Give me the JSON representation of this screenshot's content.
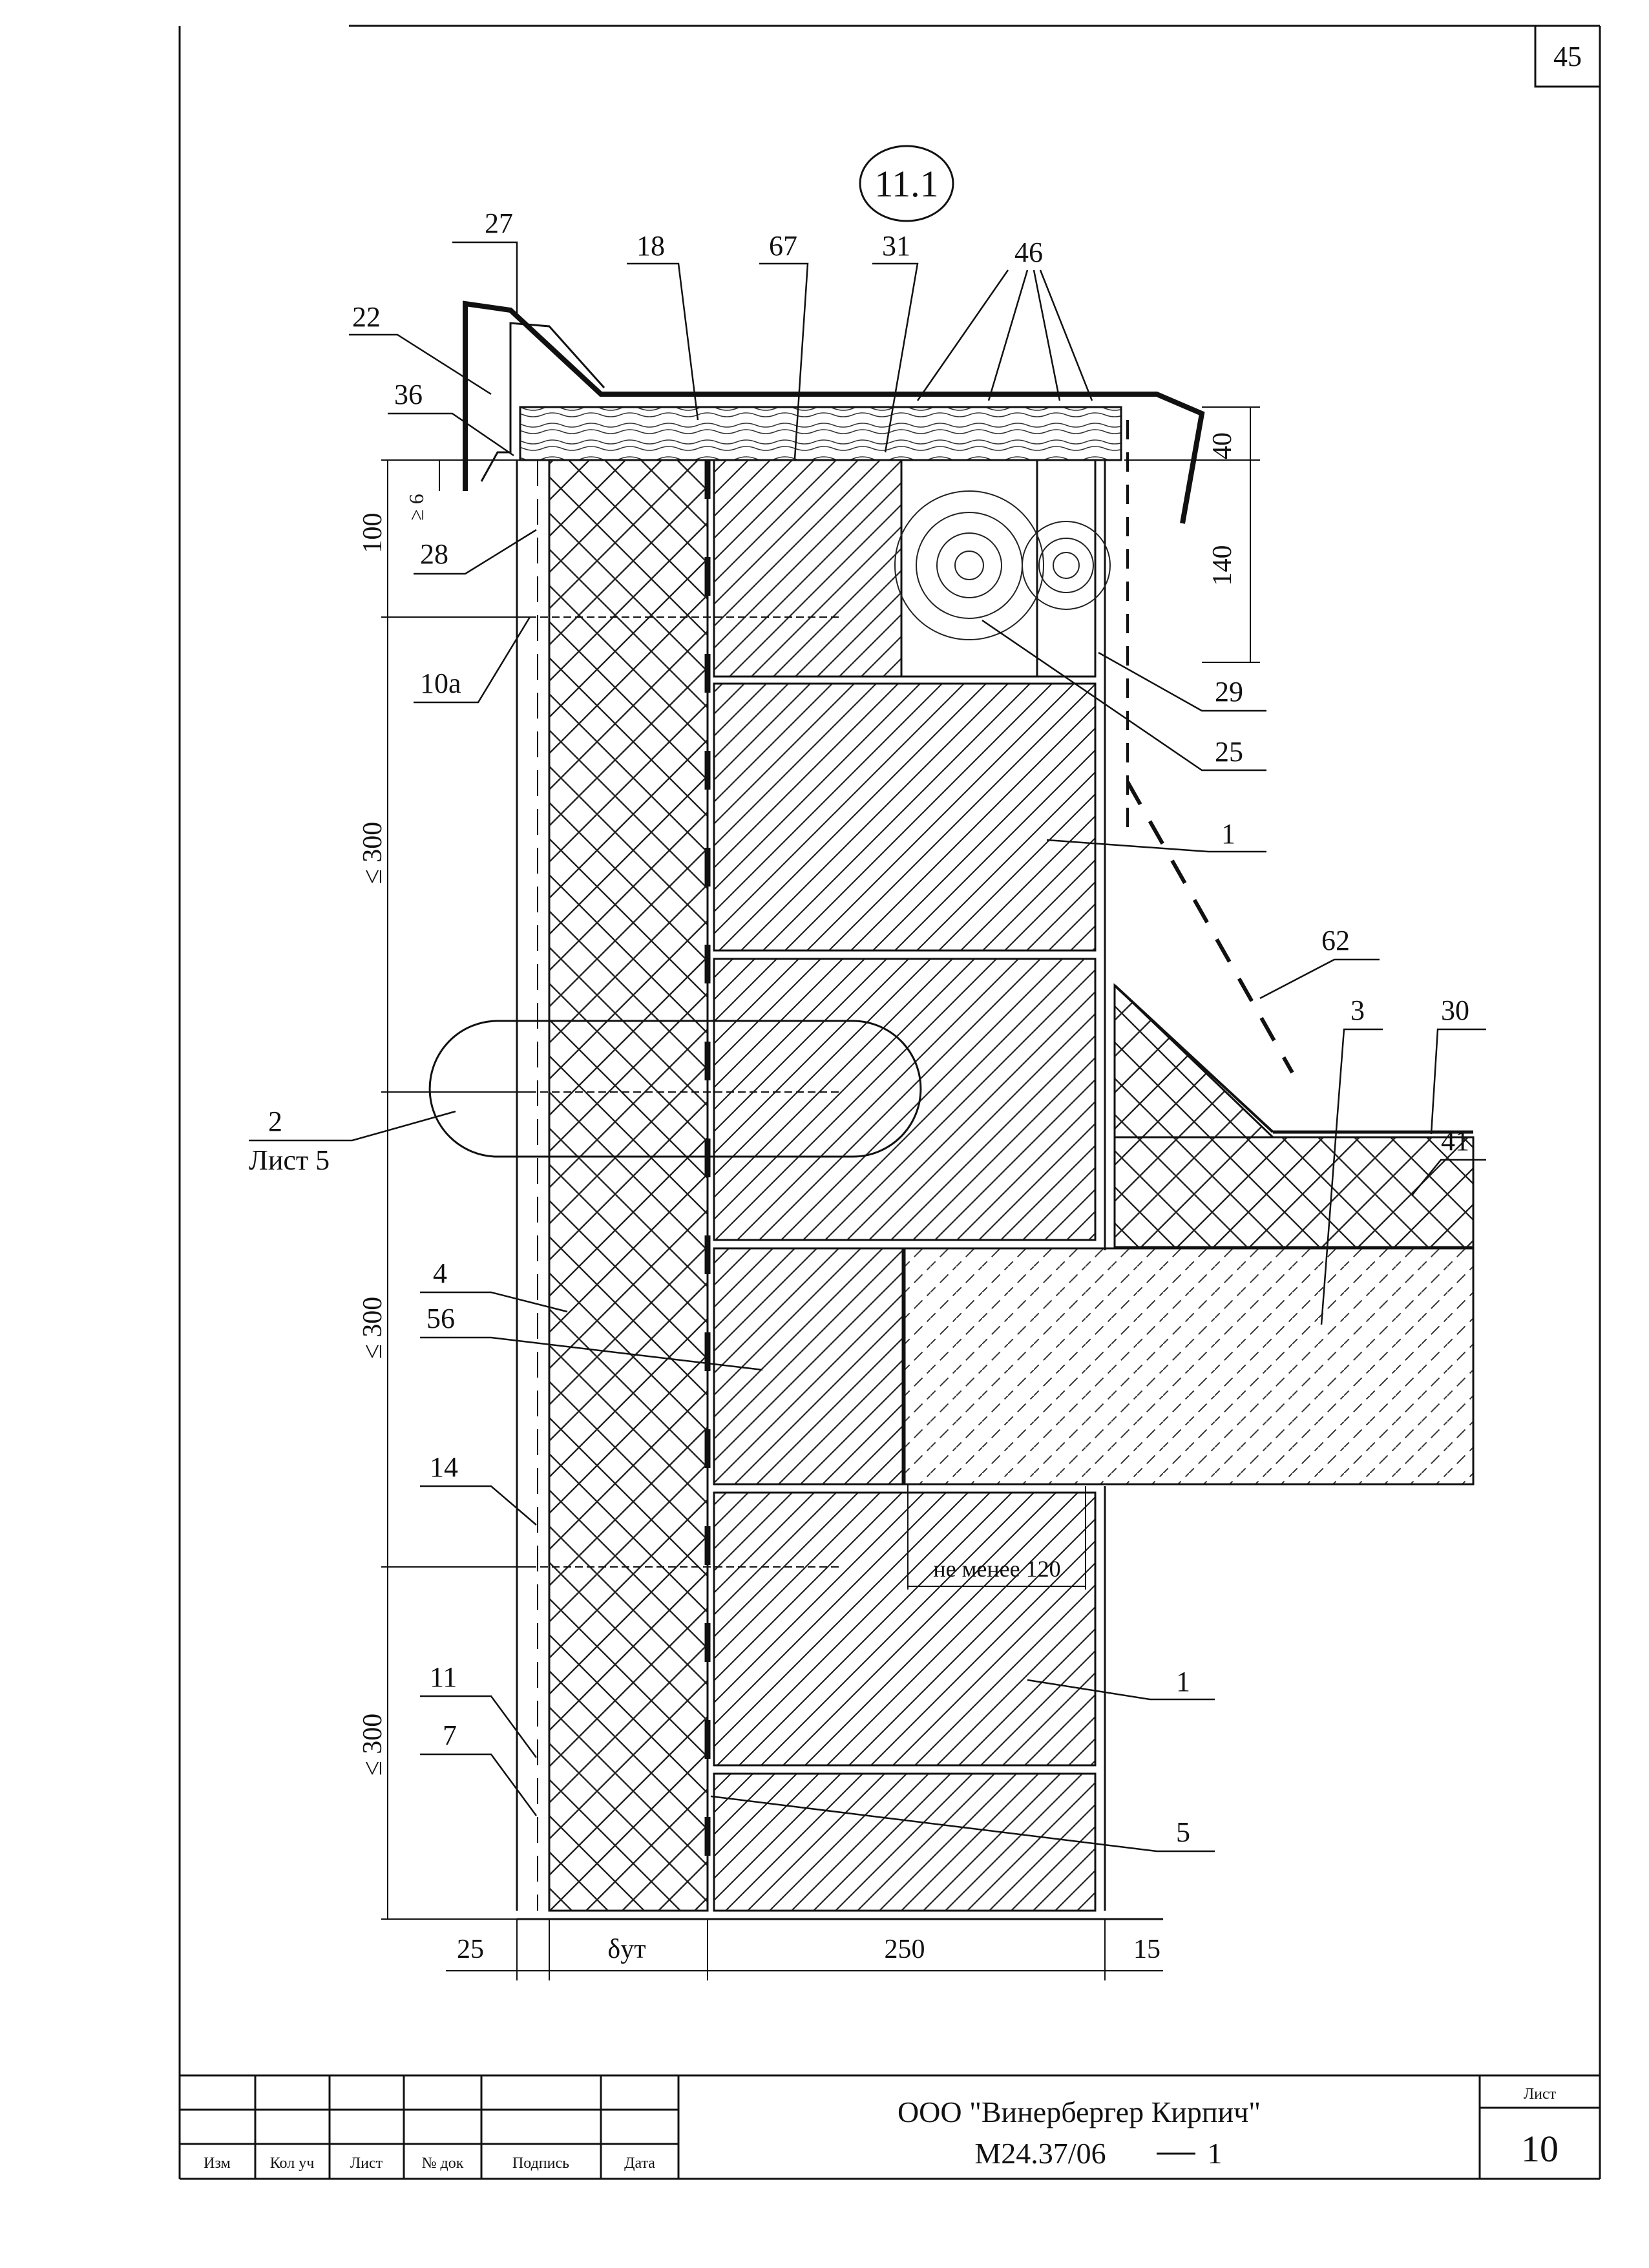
{
  "page_number": "45",
  "detail_marker": "11.1",
  "callouts": {
    "c27": "27",
    "c18": "18",
    "c67": "67",
    "c31": "31",
    "c46": "46",
    "c22": "22",
    "c36": "36",
    "c28": "28",
    "c10a": "10а",
    "c29": "29",
    "c25": "25",
    "c1a": "1",
    "c62": "62",
    "c3": "3",
    "c30": "30",
    "c41": "41",
    "c2": "2",
    "c2sheet": "Лист 5",
    "c4": "4",
    "c56": "56",
    "c14": "14",
    "c1b": "1",
    "c11": "11",
    "c7": "7",
    "c5": "5"
  },
  "dimensions": {
    "d40": "40",
    "d140": "140",
    "d100": "100",
    "d6": "≥ 6",
    "s300a": "≤ 300",
    "s300b": "≤ 300",
    "s300c": "≤ 300",
    "bottom_25": "25",
    "bottom_insul": "δут",
    "bottom_250": "250",
    "bottom_15": "15",
    "min120": "не менее 120"
  },
  "title_block": {
    "company": "ООО \"Винербергер Кирпич\"",
    "code": "М24.37/06",
    "sheet_num": "1",
    "sheet_label": "Лист",
    "sheet_value": "10",
    "columns": [
      "Изм",
      "Кол уч",
      "Лист",
      "№ док",
      "Подпись",
      "Дата"
    ]
  }
}
